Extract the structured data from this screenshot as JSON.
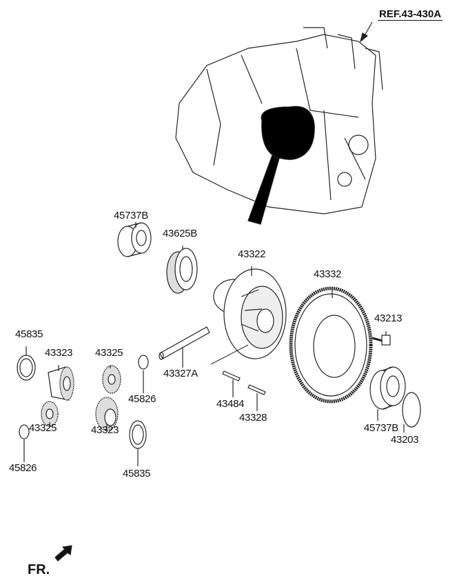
{
  "reference": "REF.43-430A",
  "direction_label": "FR.",
  "parts": {
    "bearing_left": "45737B",
    "oil_seal": "43625B",
    "differential_case": "43322",
    "ring_gear": "43332",
    "ring_gear_bolt": "43213",
    "washer_left_top": "45835",
    "side_gear_left": "43323",
    "pinion_gear_center": "43325",
    "pinion_washer_right": "45826",
    "pinion_shaft": "43327A",
    "pin_a": "43484",
    "pin_b": "43328",
    "bearing_right": "45737B",
    "snap_ring": "43203",
    "pinion_gear_left": "43325",
    "side_gear_center": "43323",
    "pinion_washer_left": "45826",
    "washer_center_bottom": "45835"
  }
}
